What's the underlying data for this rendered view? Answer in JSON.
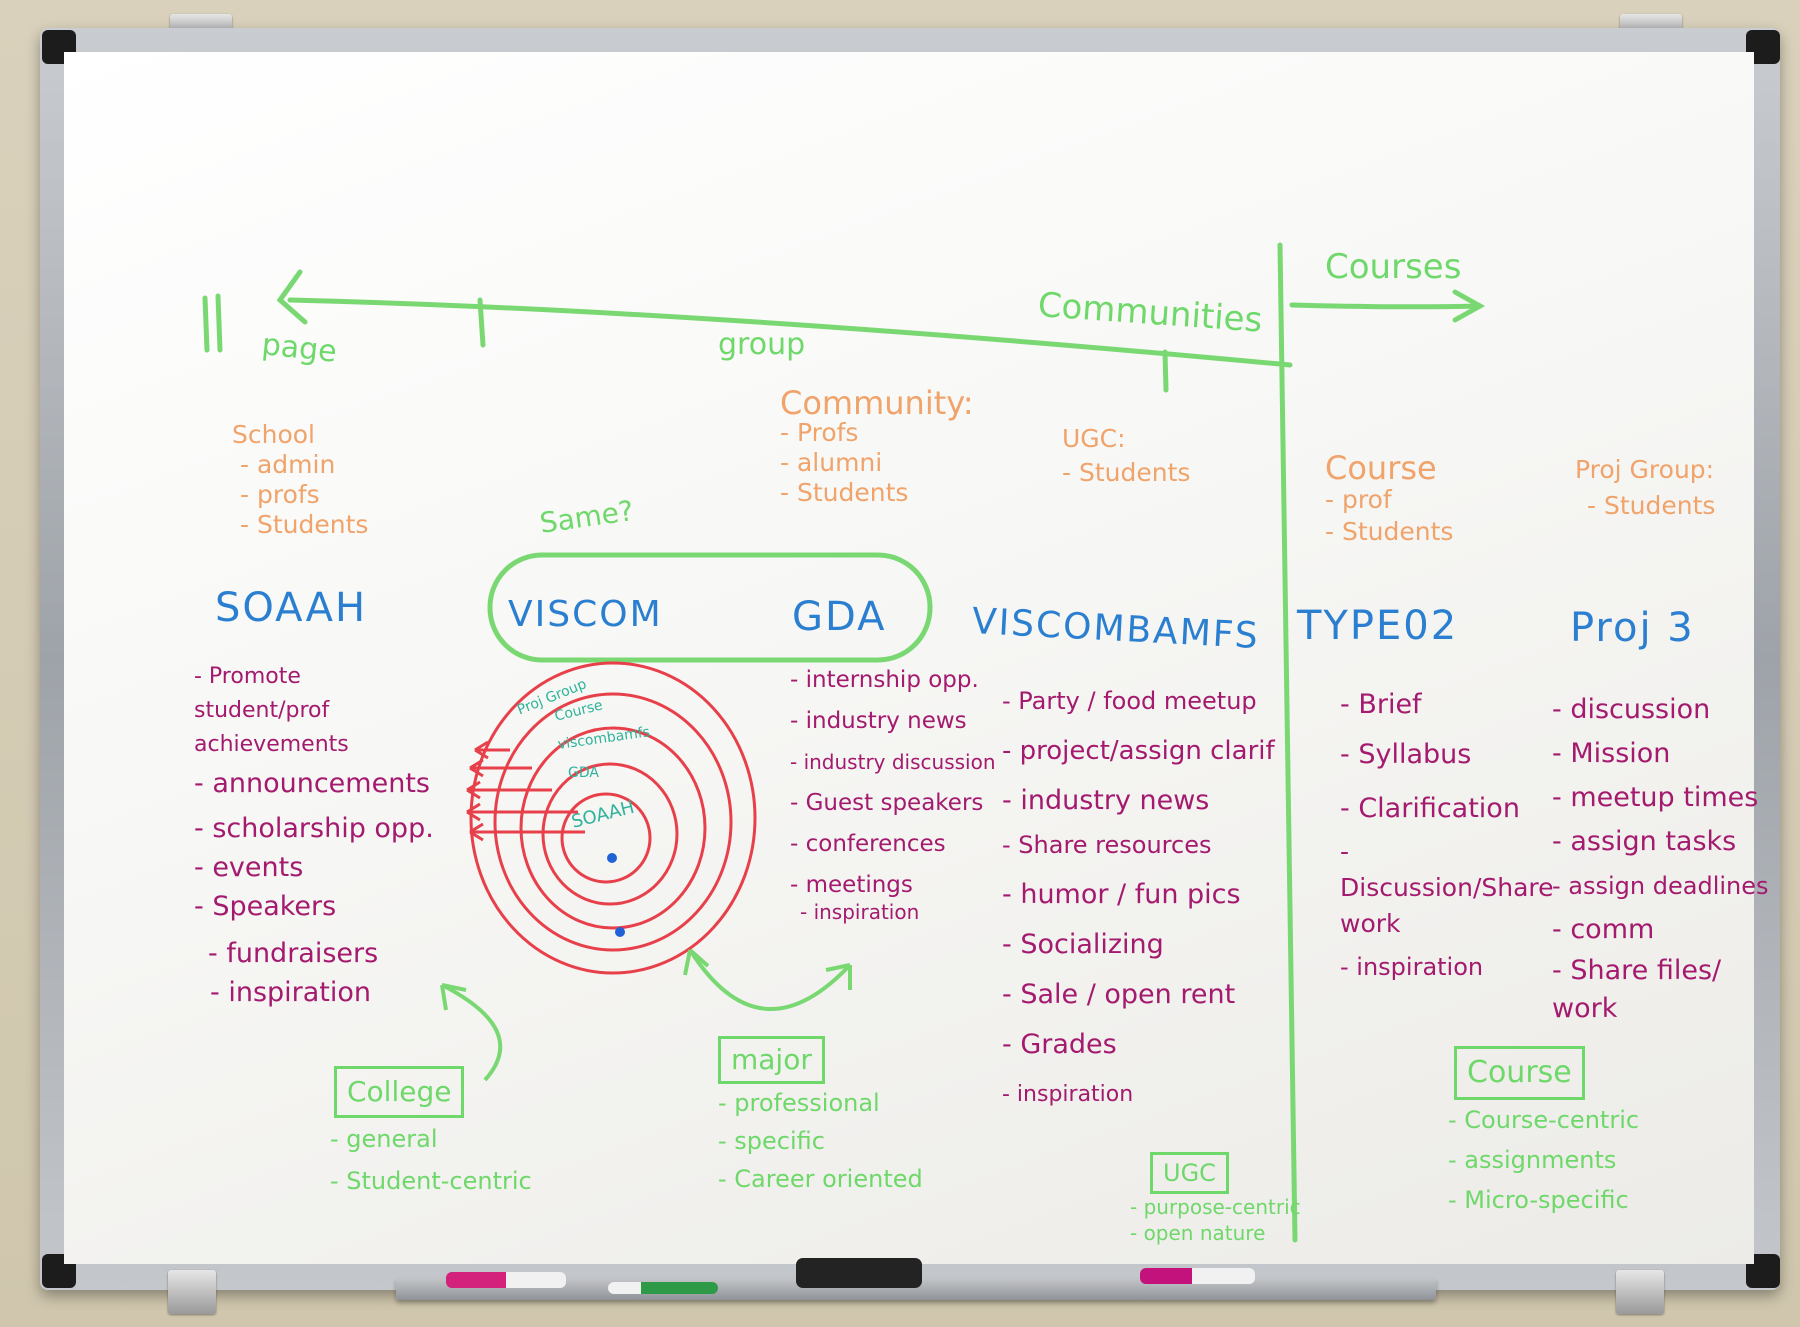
{
  "timeline": {
    "page": "page",
    "group": "group",
    "communities": "Communities",
    "courses": "Courses"
  },
  "audiences": {
    "school": {
      "title": "School",
      "items": [
        "- admin",
        "- profs",
        "- Students"
      ]
    },
    "community": {
      "title": "Community:",
      "items": [
        "- Profs",
        "- alumni",
        "- Students"
      ]
    },
    "ugc": {
      "title": "UGC:",
      "items": [
        "- Students"
      ]
    },
    "course": {
      "title": "Course",
      "items": [
        "- prof",
        "- Students"
      ]
    },
    "projgroup": {
      "title": "Proj Group:",
      "items": [
        "- Students"
      ]
    }
  },
  "same_note": "Same?",
  "groups": {
    "soaah": {
      "title": "SOAAH",
      "items": [
        "- Promote student/prof achievements",
        "- announcements",
        "- scholarship opp.",
        "- events",
        "- Speakers",
        "- fundraisers",
        "- inspiration"
      ]
    },
    "viscom": {
      "title": "VISCOM"
    },
    "gda": {
      "title": "GDA",
      "items": [
        "- internship opp.",
        "- industry news",
        "- industry discussion",
        "- Guest speakers",
        "- conferences",
        "- meetings",
        "- inspiration"
      ]
    },
    "viscombamfs": {
      "title": "VISCOMBAMFS",
      "items": [
        "- Party / food meetup",
        "- project/assign clarif",
        "- industry news",
        "- Share resources",
        "- humor / fun pics",
        "- Socializing",
        "- Sale / open rent",
        "- Grades",
        "- inspiration"
      ]
    },
    "type02": {
      "title": "TYPE02",
      "items": [
        "- Brief",
        "- Syllabus",
        "- Clarification",
        "- Discussion/Share work",
        "- inspiration"
      ]
    },
    "proj3": {
      "title": "Proj 3",
      "items": [
        "- discussion",
        "- Mission",
        "- meetup times",
        "- assign tasks",
        "- assign deadlines",
        "- comm",
        "- Share files/ work"
      ]
    }
  },
  "rings": [
    "Proj Group",
    "Course",
    "viscombamfs",
    "GDA",
    "SOAAH"
  ],
  "categories": {
    "college": {
      "title": "College",
      "items": [
        "- general",
        "- Student-centric"
      ]
    },
    "major": {
      "title": "major",
      "items": [
        "- professional",
        "- specific",
        "- Career oriented"
      ]
    },
    "ugc": {
      "title": "UGC",
      "items": [
        "- purpose-centric",
        "- open nature"
      ]
    },
    "course": {
      "title": "Course",
      "items": [
        "- Course-centric",
        "- assignments",
        "- Micro-specific"
      ]
    }
  },
  "colors": {
    "green": "#6fd86a",
    "orange": "#f0a36a",
    "blue": "#2b7fd0",
    "purple": "#a41a6e",
    "red": "#e8404a",
    "teal": "#2fb39a"
  }
}
